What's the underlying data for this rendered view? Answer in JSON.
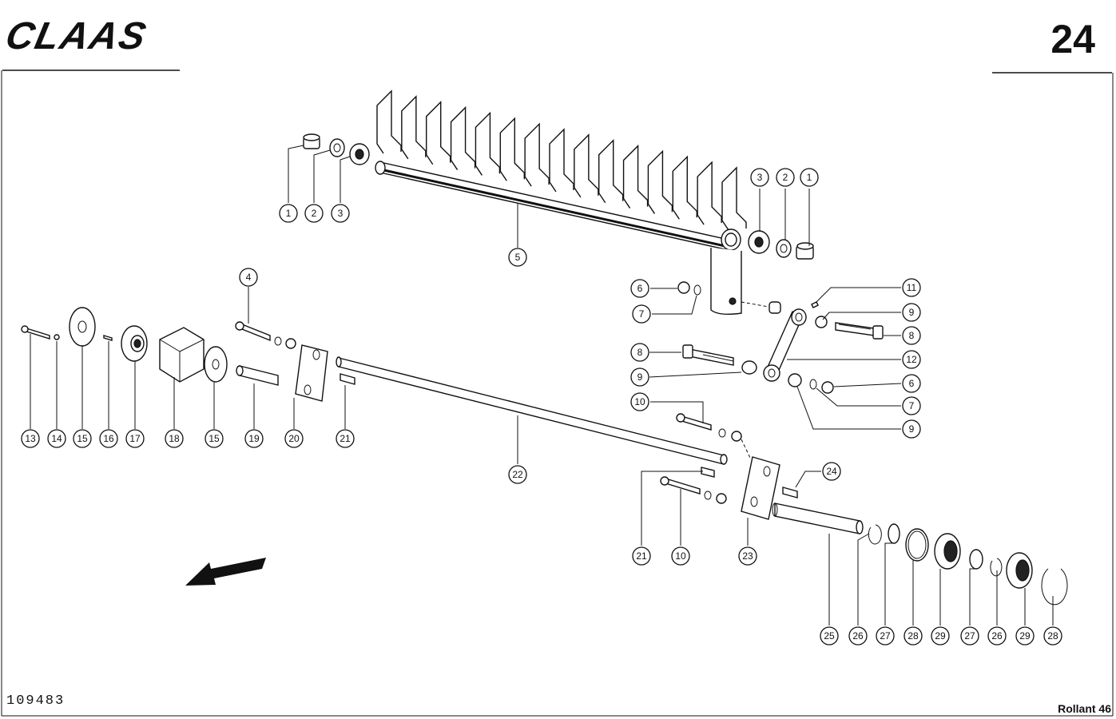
{
  "header": {
    "brand": "CLAAS",
    "page_number": "24"
  },
  "footer": {
    "drawing_number": "109483",
    "model": "Rollant 46"
  },
  "callouts": [
    {
      "label": "1"
    },
    {
      "label": "2"
    },
    {
      "label": "3"
    },
    {
      "label": "5"
    },
    {
      "label": "3"
    },
    {
      "label": "2"
    },
    {
      "label": "1"
    },
    {
      "label": "4"
    },
    {
      "label": "6"
    },
    {
      "label": "7"
    },
    {
      "label": "11"
    },
    {
      "label": "9"
    },
    {
      "label": "8"
    },
    {
      "label": "8"
    },
    {
      "label": "12"
    },
    {
      "label": "9"
    },
    {
      "label": "6"
    },
    {
      "label": "7"
    },
    {
      "label": "9"
    },
    {
      "label": "10"
    },
    {
      "label": "13"
    },
    {
      "label": "14"
    },
    {
      "label": "15"
    },
    {
      "label": "16"
    },
    {
      "label": "17"
    },
    {
      "label": "18"
    },
    {
      "label": "15"
    },
    {
      "label": "19"
    },
    {
      "label": "20"
    },
    {
      "label": "21"
    },
    {
      "label": "22"
    },
    {
      "label": "24"
    },
    {
      "label": "21"
    },
    {
      "label": "10"
    },
    {
      "label": "23"
    },
    {
      "label": "25"
    },
    {
      "label": "26"
    },
    {
      "label": "27"
    },
    {
      "label": "28"
    },
    {
      "label": "29"
    },
    {
      "label": "27"
    },
    {
      "label": "26"
    },
    {
      "label": "29"
    },
    {
      "label": "28"
    }
  ]
}
